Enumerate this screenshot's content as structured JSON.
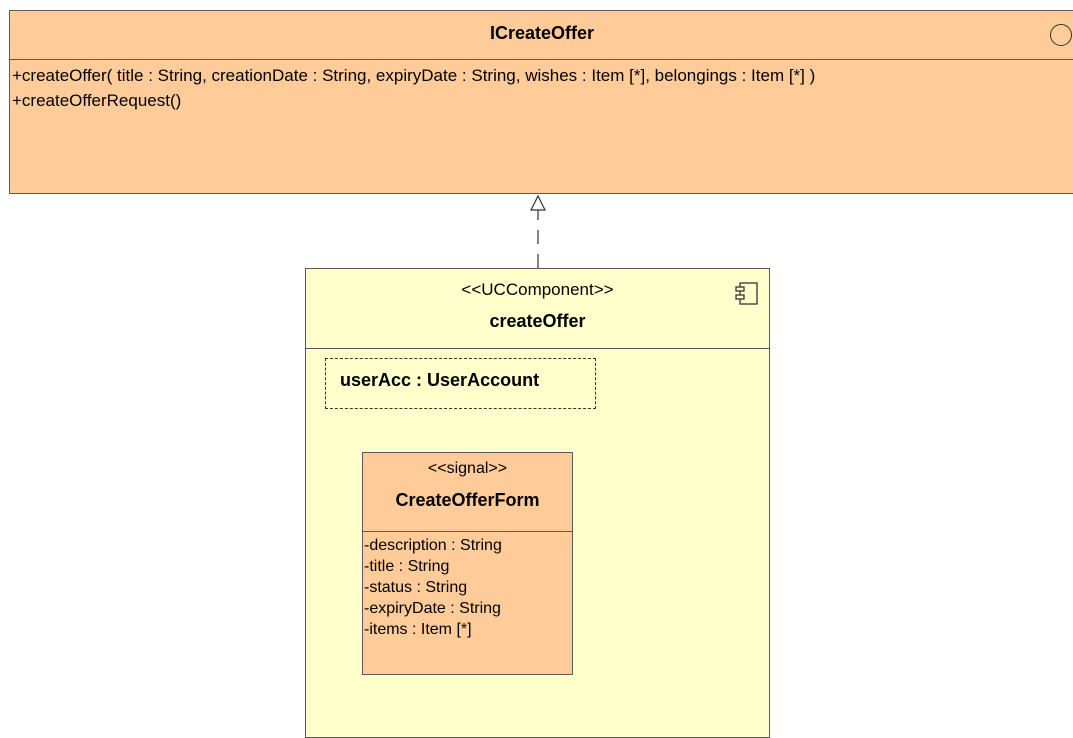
{
  "interface": {
    "name": "ICreateOffer",
    "operations": [
      "+createOffer( title : String, creationDate : String, expiryDate : String, wishes : Item [*], belongings : Item [*] )",
      "+createOfferRequest()"
    ]
  },
  "component": {
    "stereotype": "<<UCComponent>>",
    "name": "createOffer"
  },
  "part": {
    "label": "userAcc : UserAccount"
  },
  "signal": {
    "stereotype": "<<signal>>",
    "name": "CreateOfferForm",
    "attributes": [
      "-description : String",
      "-title : String",
      "-status : String",
      "-expiryDate : String",
      "-items : Item [*]"
    ]
  },
  "colors": {
    "interface_fill": "#ffcc99",
    "component_fill": "#ffffcc",
    "signal_fill": "#ffcc99",
    "border": "#5a5a5a"
  }
}
